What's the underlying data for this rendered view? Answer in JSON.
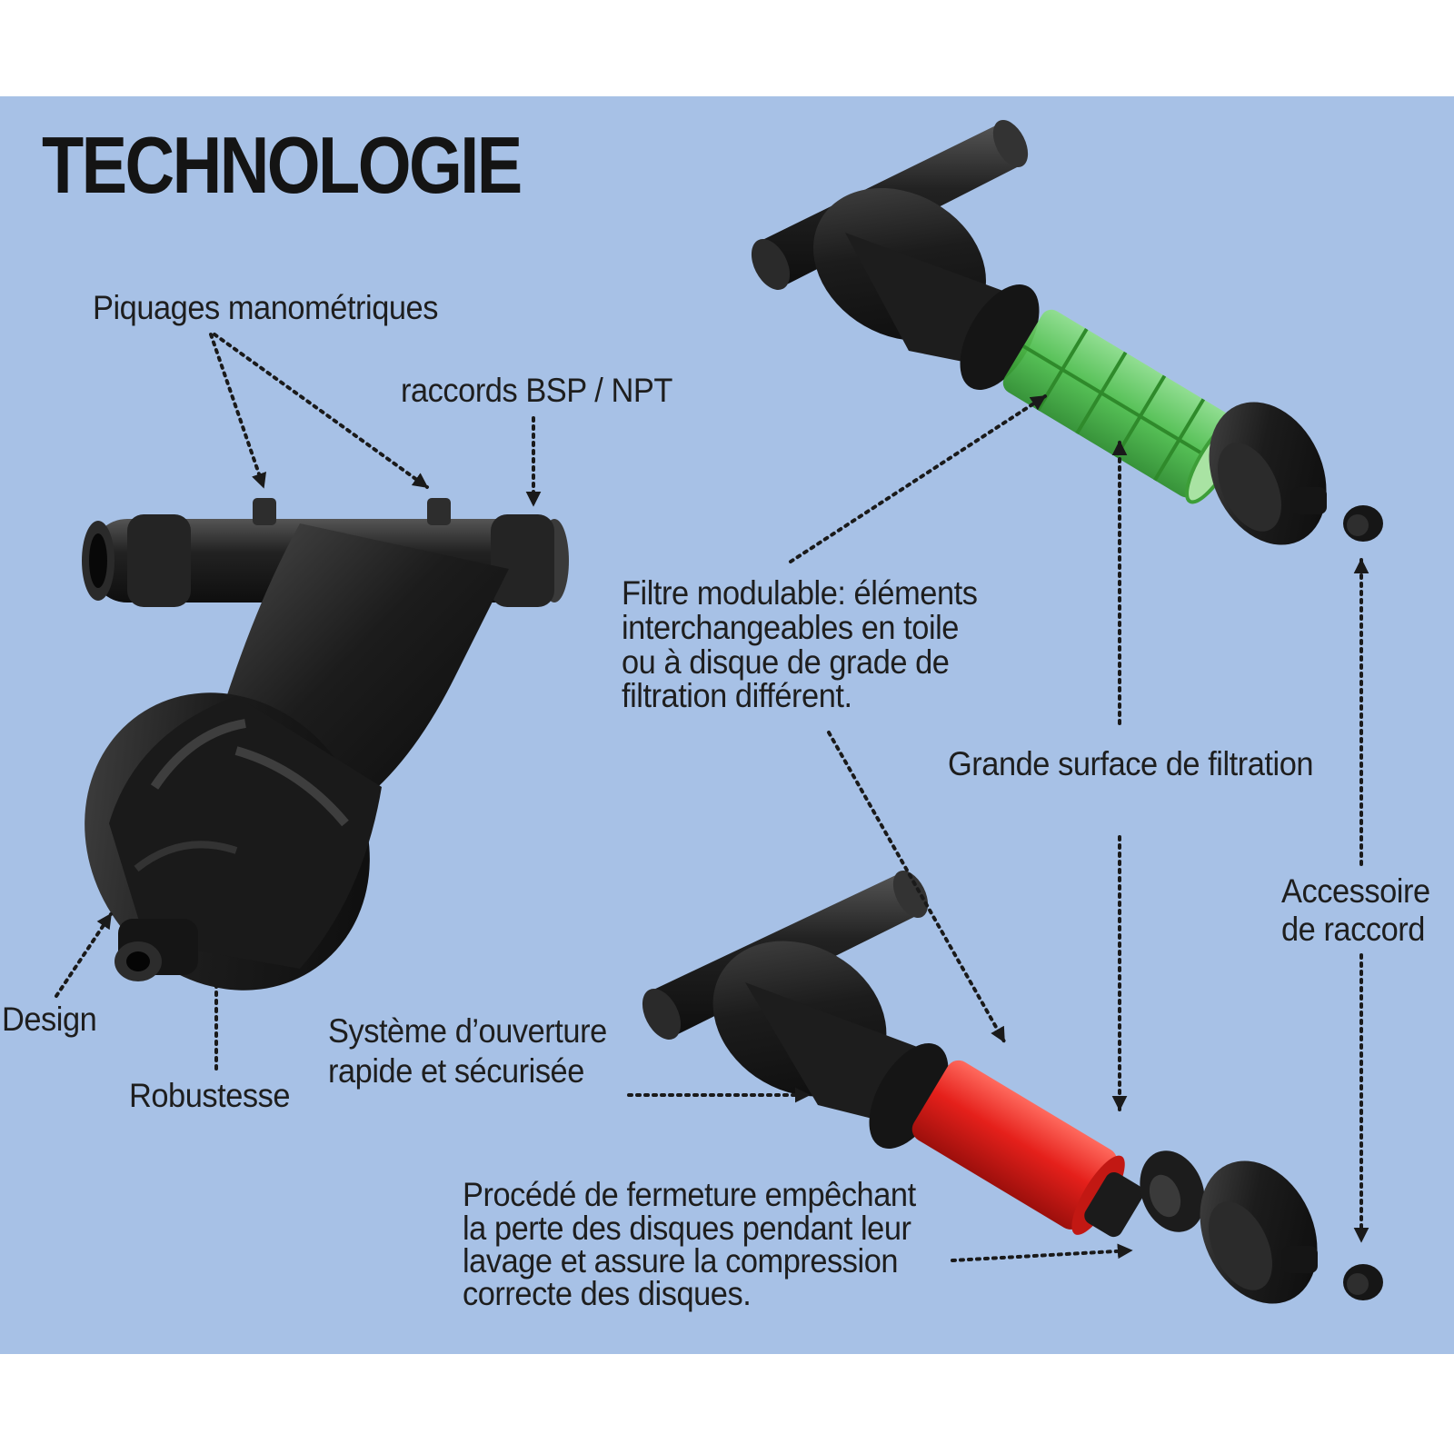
{
  "title": "TECHNOLOGIE",
  "colors": {
    "background": "#a7c1e6",
    "filter_body": "#1b1b1b",
    "screen_cartridge": "#4fc04a",
    "disc_cartridge": "#e5201b",
    "text": "#1e1e1e"
  },
  "labels": {
    "piquages": "Piquages manométriques",
    "raccords": "raccords BSP / NPT",
    "filtre_modulable": [
      "Filtre modulable:  éléments",
      "interchangeables en toile",
      "ou à disque de grade de",
      "filtration différent."
    ],
    "grande_surface": "Grande surface de filtration",
    "accessoire": [
      "Accessoire",
      "de raccord"
    ],
    "design": "Design",
    "robustesse": "Robustesse",
    "systeme": [
      "Système d’ouverture",
      "rapide et sécurisée"
    ],
    "procede": [
      "Procédé de fermeture empêchant",
      "la perte des disques pendant leur",
      "lavage et assure la compression",
      "correcte des disques."
    ]
  },
  "icons": {
    "main_filter": "y-filter-body-icon",
    "screen_filter": "screen-cartridge-filter-icon",
    "disc_filter": "disc-cartridge-filter-icon",
    "caps": "filter-cap-icon",
    "plugs": "drain-plug-icon"
  }
}
